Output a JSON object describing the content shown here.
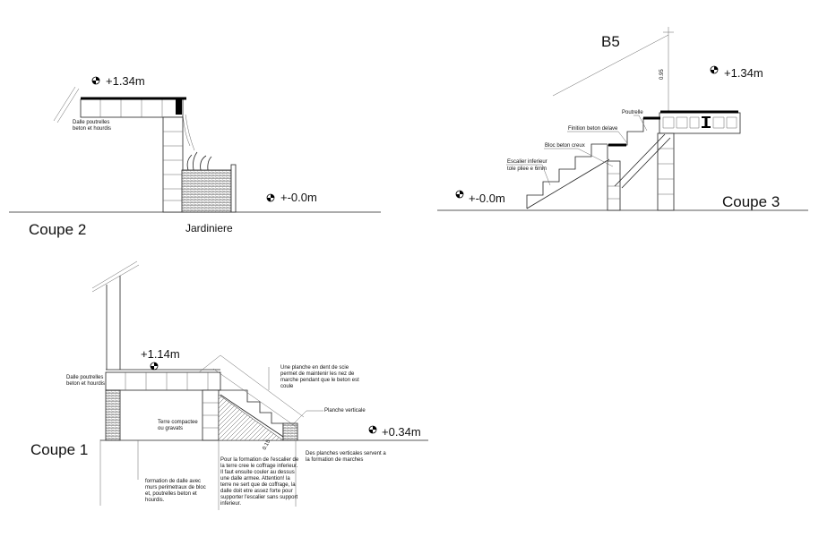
{
  "coupe2": {
    "title": "Coupe 2",
    "level_top": "+1.34m",
    "level_ground": "+-0.0m",
    "slab_note": [
      "Dalle poutrelles",
      "beton et hourdis"
    ],
    "planter_label": "Jardiniere"
  },
  "coupe3": {
    "title": "Coupe 3",
    "section_ref": "B5",
    "level_top": "+1.34m",
    "level_ground": "+-0.0m",
    "dimension": "0.95",
    "notes": {
      "poutrelle": "Poutrelle",
      "finition": "Finition beton delave",
      "bloc": "Bloc beton creux",
      "escalier": [
        "Escalier inferieur",
        "tole pliee e 6mm"
      ]
    }
  },
  "coupe1": {
    "title": "Coupe 1",
    "level_top": "+1.14m",
    "level_right": "+0.34m",
    "dimension": "0.15",
    "slab_note": [
      "Dalle poutrelles",
      "beton et hourdis"
    ],
    "fill_note": [
      "Terre compactee",
      "ou gravats"
    ],
    "plank_note": [
      "Une planche en dent de scie",
      "permet de maintenir les nez de",
      "marche pendant que le beton est",
      "coule"
    ],
    "vertical_plank": "Planche verticale",
    "vertical_planks_note": [
      "Des planches verticales servent a",
      "la formation de marches"
    ],
    "slab_formation_note": [
      "formation de dalle avec",
      "murs perimetraux de bloc",
      "et, poutrelles beton et",
      "hourdis."
    ],
    "stair_formation_note": [
      "Pour la formation de l'escalier de",
      "la terre cree le coffrage inferieur.",
      "Il faut ensuite couler au dessus",
      "une dalle armee. Attention! la",
      "terre ne sert que de coffrage, la",
      "dalle doit etre assez forte pour",
      "supporter l'escalier sans support",
      "inferieur."
    ]
  }
}
